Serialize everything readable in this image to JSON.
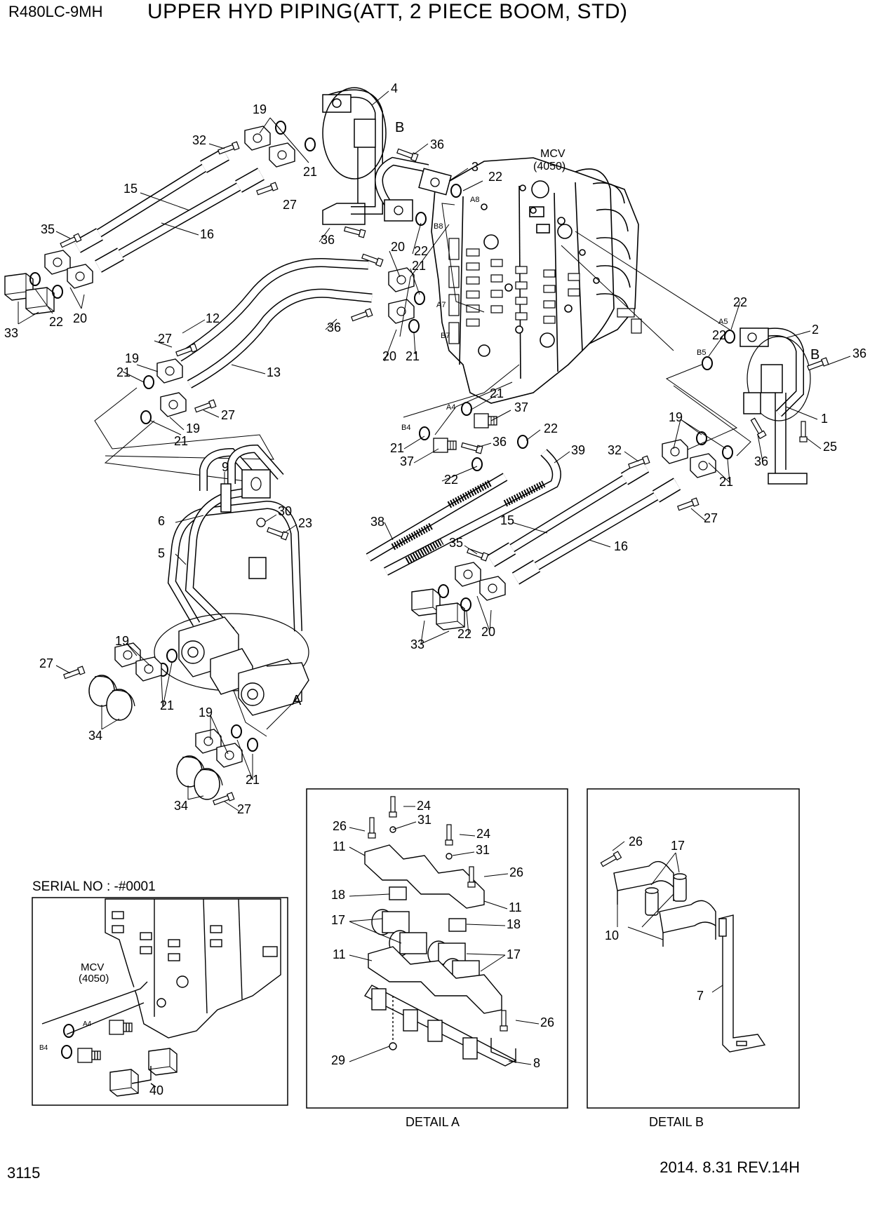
{
  "header": {
    "model": "R480LC-9MH",
    "title": "UPPER HYD PIPING(ATT, 2 PIECE BOOM, STD)"
  },
  "footer": {
    "page": "3115",
    "revision": "2014. 8.31  REV.14H"
  },
  "callouts": {
    "n1": "1",
    "n2": "2",
    "n3": "3",
    "n4": "4",
    "n5": "5",
    "n6": "6",
    "n7": "7",
    "n8": "8",
    "n9": "9",
    "n10": "10",
    "n11": "11",
    "n12": "12",
    "n13": "13",
    "n15": "15",
    "n16": "16",
    "n17": "17",
    "n18": "18",
    "n19": "19",
    "n20": "20",
    "n21": "21",
    "n22": "22",
    "n23": "23",
    "n24": "24",
    "n25": "25",
    "n26": "26",
    "n27": "27",
    "n29": "29",
    "n30": "30",
    "n31": "31",
    "n32": "32",
    "n33": "33",
    "n34": "34",
    "n35": "35",
    "n36": "36",
    "n37": "37",
    "n38": "38",
    "n39": "39",
    "n40": "40"
  },
  "ports": {
    "a8": "A8",
    "b8": "B8",
    "a7": "A7",
    "b7": "B7",
    "a5": "A5",
    "b5": "B5",
    "a4": "A4",
    "b4": "B4"
  },
  "mcv": {
    "name": "MCV",
    "code": "(4050)"
  },
  "markers": {
    "detail_a_ref": "A",
    "detail_b_ref": "B"
  },
  "detail_a": {
    "label": "DETAIL  A"
  },
  "detail_b": {
    "label": "DETAIL  B"
  },
  "serial": {
    "label": "SERIAL NO : -#0001"
  }
}
